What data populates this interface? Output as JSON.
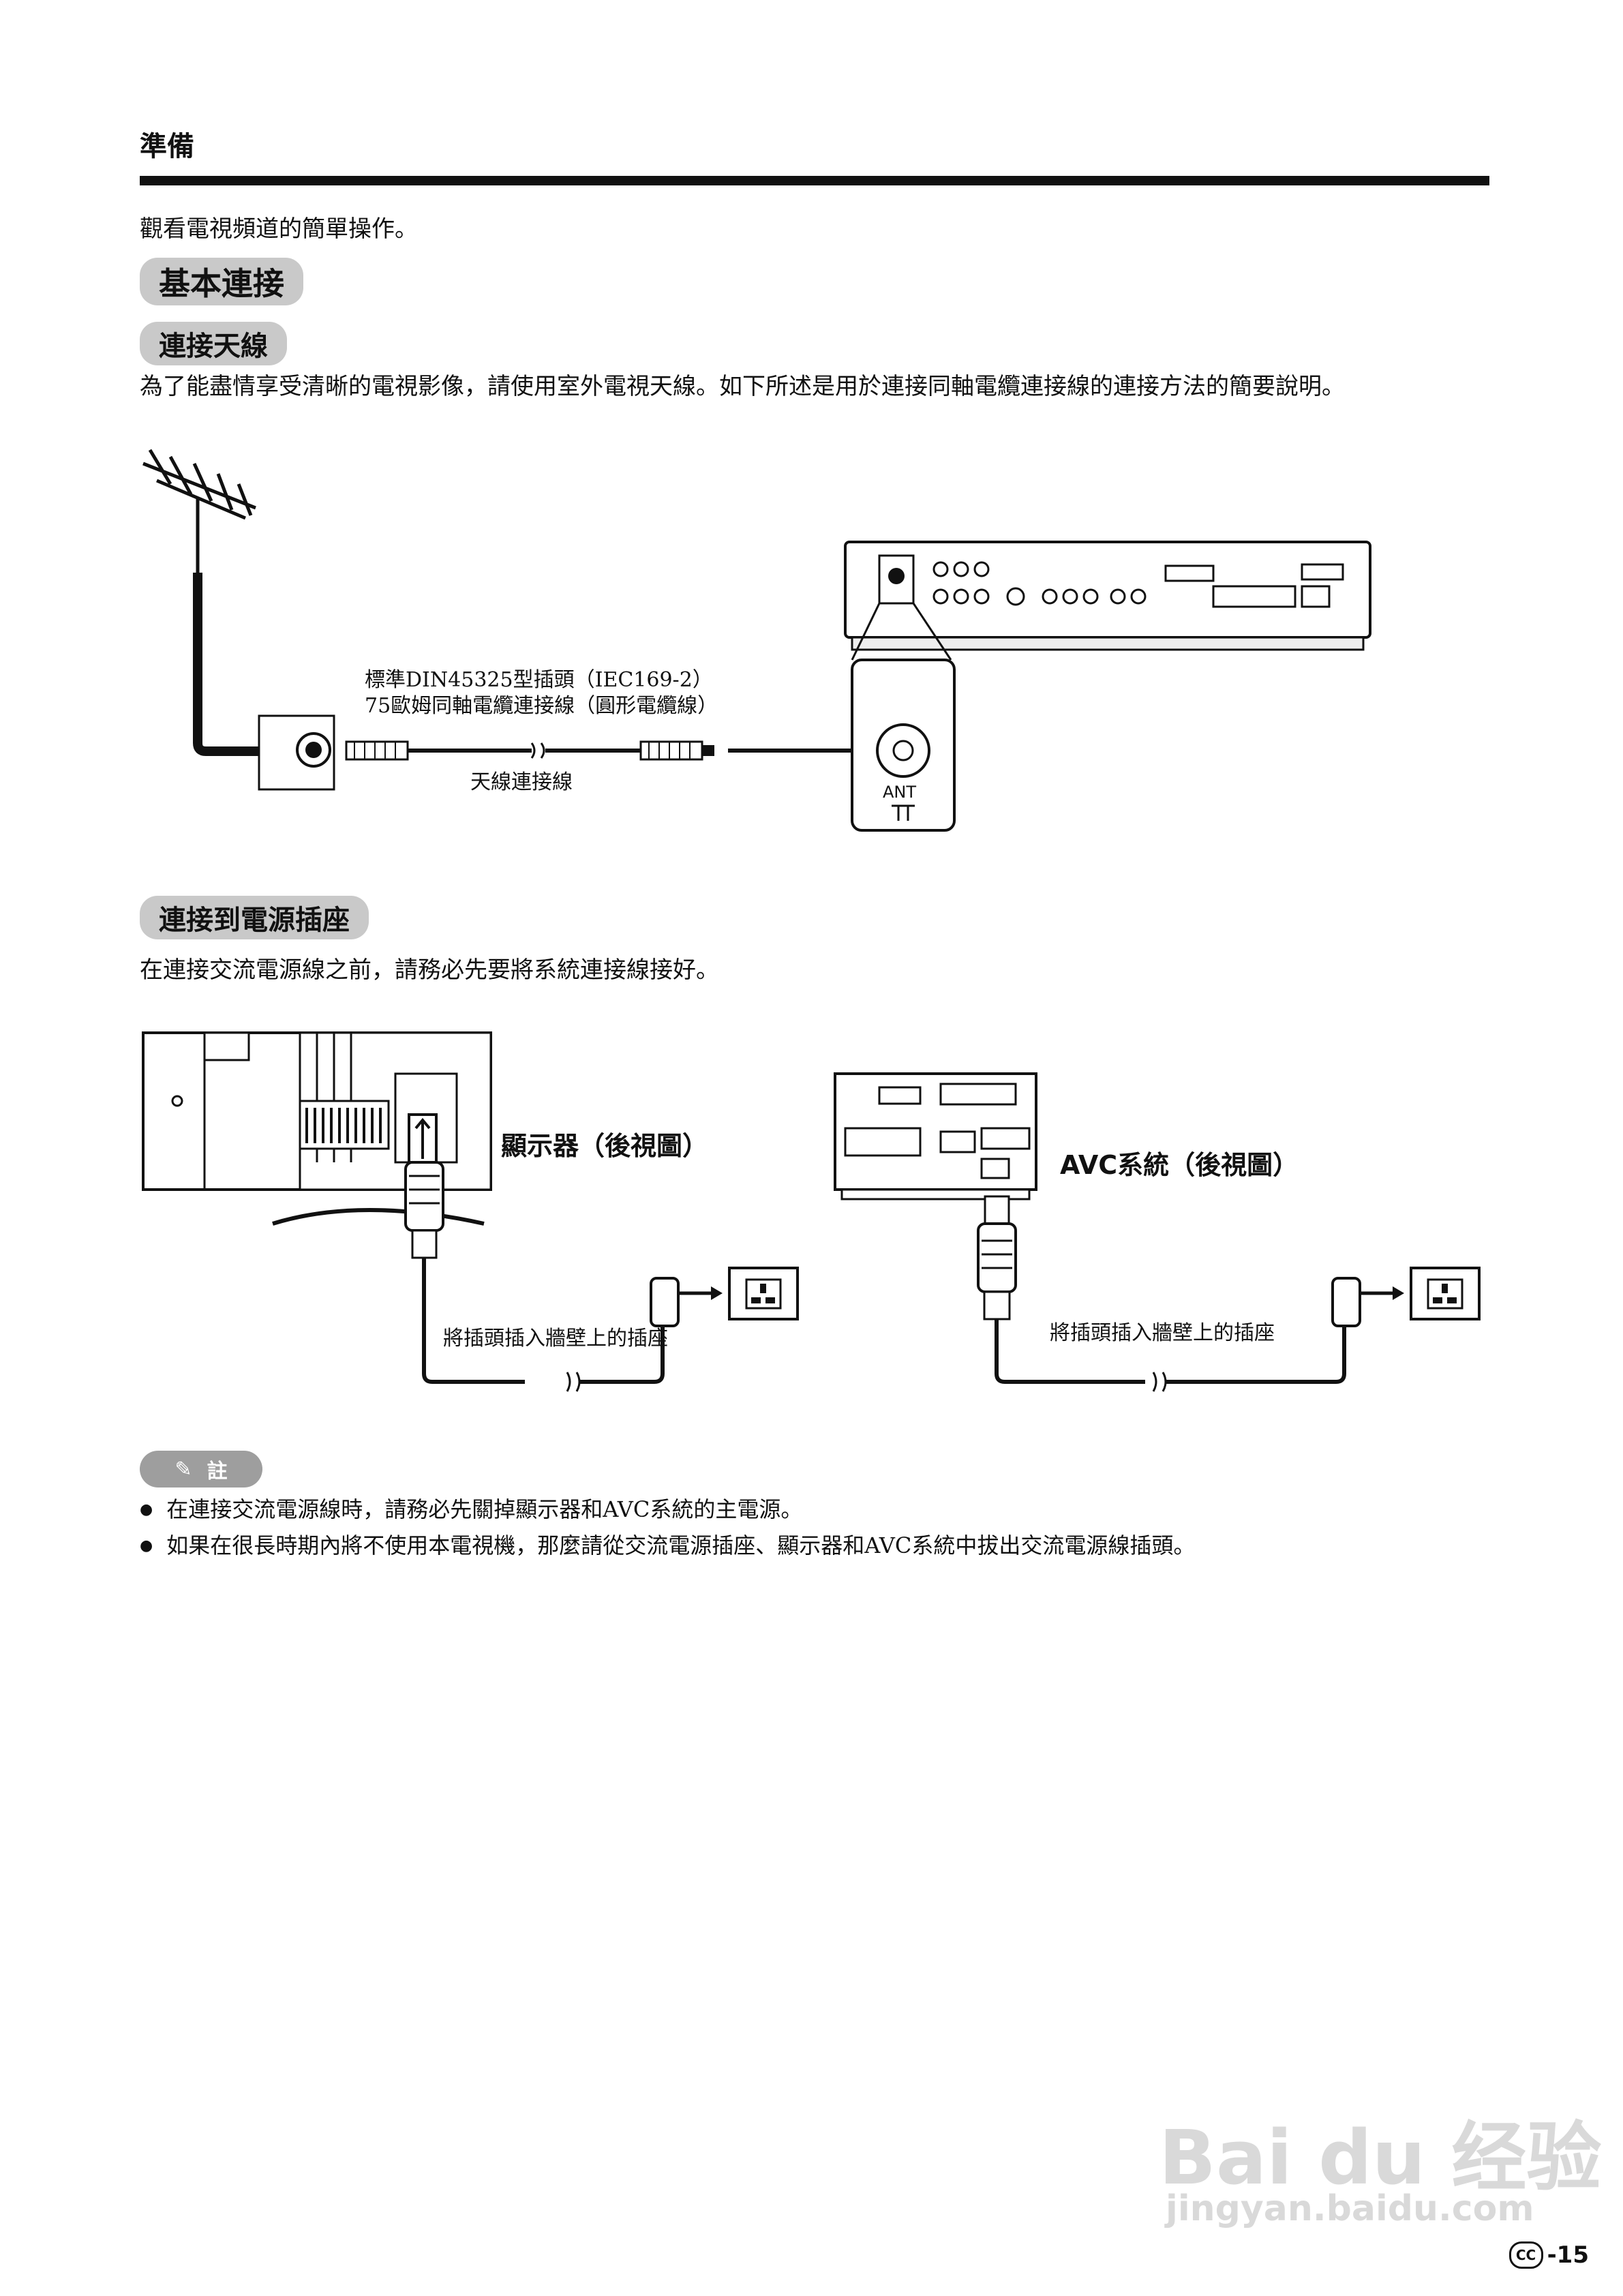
{
  "header": {
    "title": "準備"
  },
  "intro": "觀看電視頻道的簡單操作。",
  "section_basic": {
    "title": "基本連接"
  },
  "section_antenna": {
    "title": "連接天線",
    "paragraph": "為了能盡情享受清晰的電視影像，請使用室外電視天線。如下所述是用於連接同軸電纜連接線的連接方法的簡要說明。",
    "plug_label_line1": "標準DIN45325型插頭（IEC169-2）",
    "plug_label_line2": "75歐姆同軸電纜連接線（圓形電纜線）",
    "cable_label": "天線連接線",
    "ant_label": "ANT"
  },
  "section_power": {
    "title": "連接到電源插座",
    "paragraph": "在連接交流電源線之前，請務必先要將系統連接線接好。",
    "display_caption": "顯示器（後視圖）",
    "avc_caption": "AVC系統（後視圖）",
    "plug_instruction_left": "將插頭插入牆壁上的插座",
    "plug_instruction_right": "將插頭插入牆壁上的插座"
  },
  "note": {
    "label": "註",
    "items": [
      "在連接交流電源線時，請務必先關掉顯示器和AVC系統的主電源。",
      "如果在很長時期內將不使用本電視機，那麼請從交流電源插座、顯示器和AVC系統中拔出交流電源線插頭。"
    ]
  },
  "watermark": {
    "brand": "Bai du 经验",
    "url": "jingyan.baidu.com"
  },
  "footer": {
    "cc_badge": "CC",
    "page_number": "-15"
  }
}
